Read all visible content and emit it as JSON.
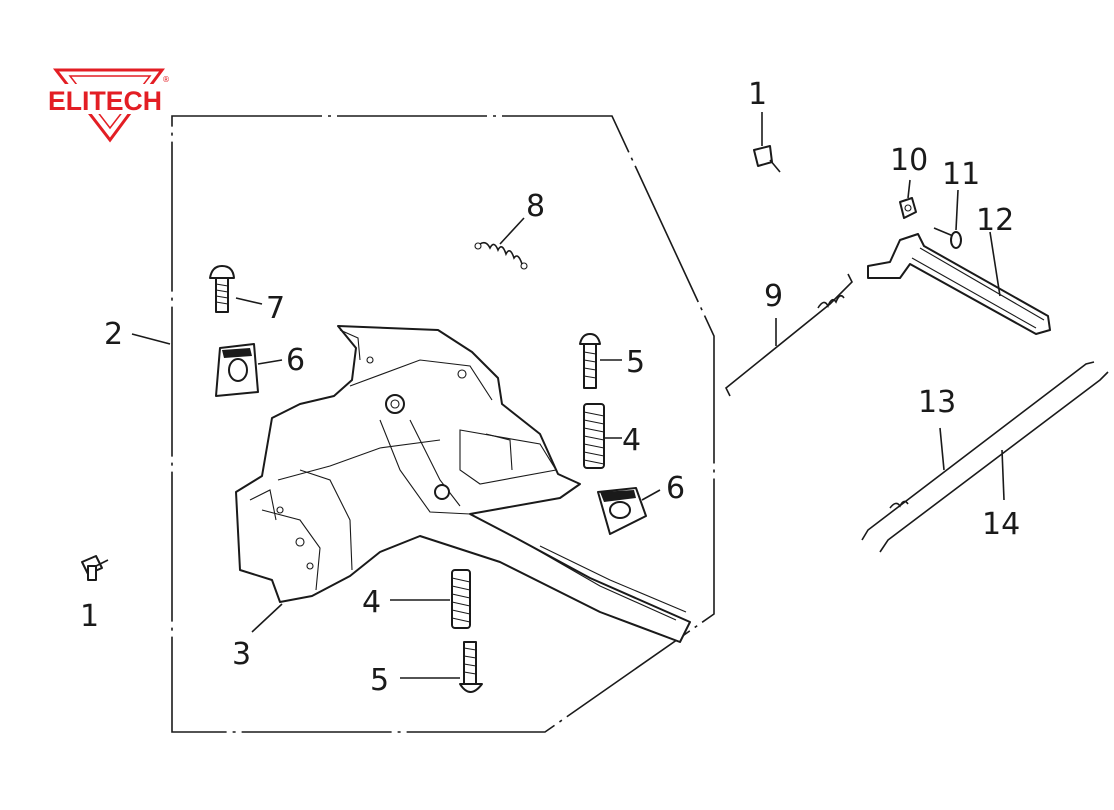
{
  "brand": {
    "logo_text": "ELITECH",
    "registered_mark": "®",
    "color": "#e31e24"
  },
  "callouts": {
    "c1a": "1",
    "c1b": "1",
    "c2": "2",
    "c3": "3",
    "c4a": "4",
    "c4b": "4",
    "c5a": "5",
    "c5b": "5",
    "c6a": "6",
    "c6b": "6",
    "c7": "7",
    "c8": "8",
    "c9": "9",
    "c10": "10",
    "c11": "11",
    "c12": "12",
    "c13": "13",
    "c14": "14"
  },
  "colors": {
    "ink": "#1a1a1a",
    "background": "#ffffff"
  }
}
